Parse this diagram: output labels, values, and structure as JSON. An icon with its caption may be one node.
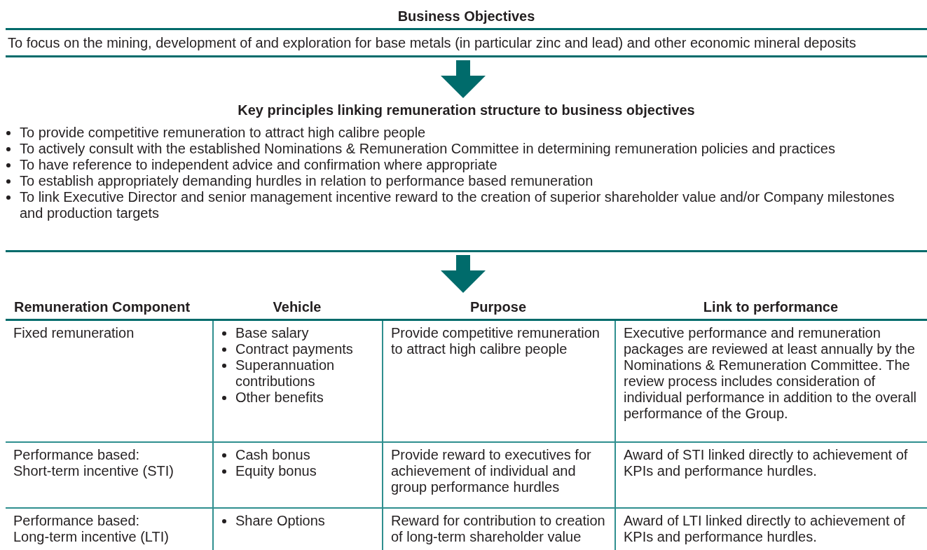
{
  "diagram": {
    "nodes": [
      {
        "text": [
          "Business Objectives",
          "To focus on the mining, development of and exploration for base metals (in particular zinc and lead) and other economic mineral deposits"
        ]
      },
      {
        "text": [
          "Key principles linking remuneration structure to business objectives",
          "To provide competitive remuneration to attract high calibre people",
          "To actively consult with the established Nominations & Remuneration Committee in determining remuneration policies and practices",
          "To have reference to independent advice and confirmation where appropriate",
          "To establish appropriately demanding hurdles in relation to performance based remuneration",
          "To link Executive Director and senior management incentive reward to the creation of superior shareholder value and/or Company milestones and production targets"
        ]
      },
      {
        "text": [
          "Remuneration Component",
          "Vehicle",
          "Purpose",
          "Link to performance"
        ]
      }
    ],
    "edges": [
      {
        "from": 0,
        "to": 1,
        "arrow": "to"
      },
      {
        "from": 1,
        "to": 2,
        "arrow": "to"
      }
    ],
    "labels": [
      "Fixed remuneration",
      "Base salary",
      "Contract payments",
      "Superannuation contributions",
      "Other benefits",
      "Provide competitive remuneration to attract high calibre people",
      "Executive performance and remuneration packages are reviewed at least annually by the Nominations & Remuneration Committee. The review process includes consideration of individual performance in addition to the overall performance of the Group.",
      "Performance based: Short-term incentive (STI)",
      "Cash bonus",
      "Equity bonus",
      "Provide reward to executives for achievement of individual and group performance hurdles",
      "Award of STI linked directly to achievement of KPIs and performance hurdles.",
      "Performance based: Long-term incentive (LTI)",
      "Share Options",
      "Reward for contribution to creation of long-term shareholder value",
      "Award of LTI linked directly to achievement of KPIs and performance hurdles."
    ]
  }
}
